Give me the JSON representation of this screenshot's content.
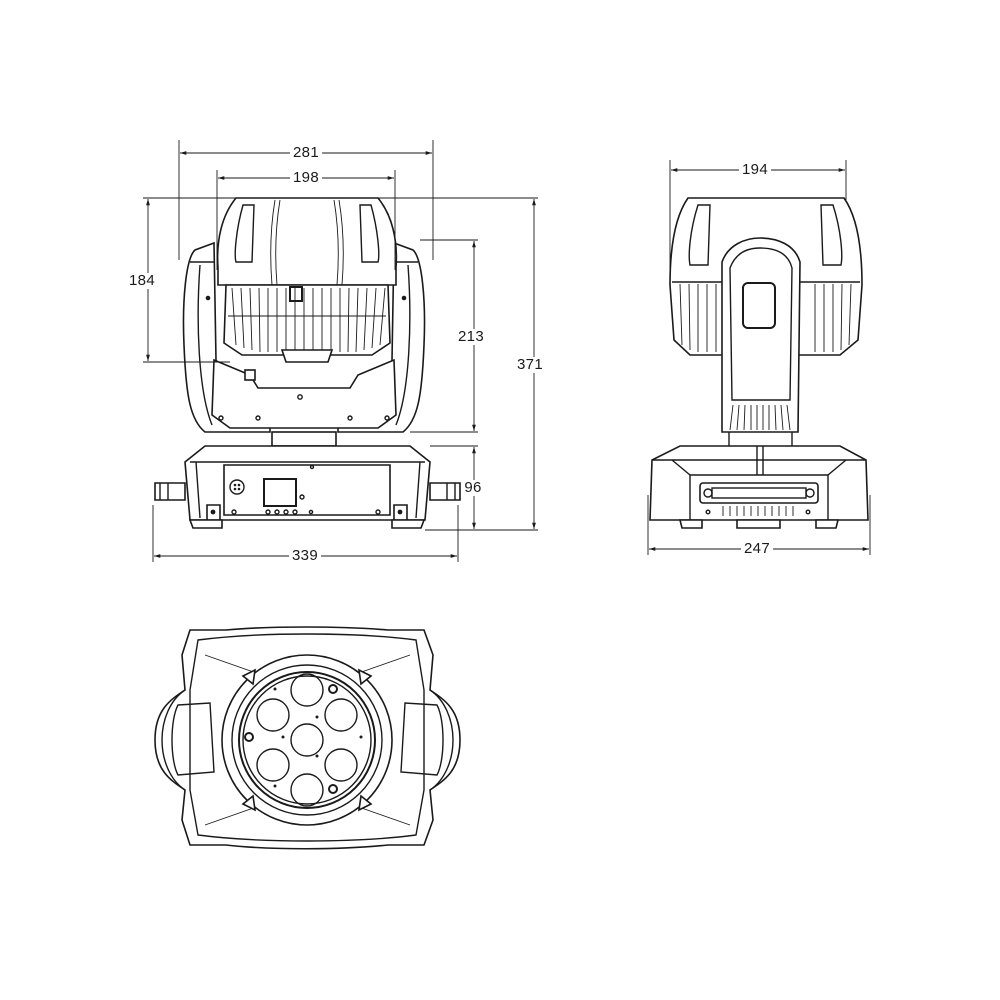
{
  "drawing": {
    "subject": "Moving head light fixture – dimension drawing",
    "units": "mm",
    "line_color": "#1a1a1a",
    "background": "#ffffff"
  },
  "views": {
    "front": {
      "dimensions": {
        "overall_width": "281",
        "head_width": "198",
        "head_height": "184",
        "yoke_height": "213",
        "total_height": "371",
        "base_height": "96",
        "base_width_with_handles": "339"
      }
    },
    "side": {
      "dimensions": {
        "head_depth": "194",
        "base_depth": "247"
      }
    },
    "top": {
      "lens_count": 7
    }
  }
}
